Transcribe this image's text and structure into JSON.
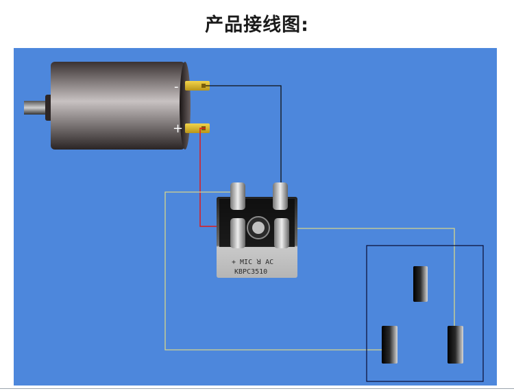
{
  "title": "产品接线图:",
  "motor": {
    "terminal_negative": "-",
    "terminal_positive": "+"
  },
  "bridge_rectifier": {
    "marking_line1": "+ MIC ꓤ AC",
    "marking_line2": "KBPC3510"
  },
  "colors": {
    "background": "#4d87dc",
    "wire_negative": "#111111",
    "wire_positive": "#e01a1a",
    "wire_ac": "#d8d58a",
    "socket_outline": "#0a0a30"
  }
}
